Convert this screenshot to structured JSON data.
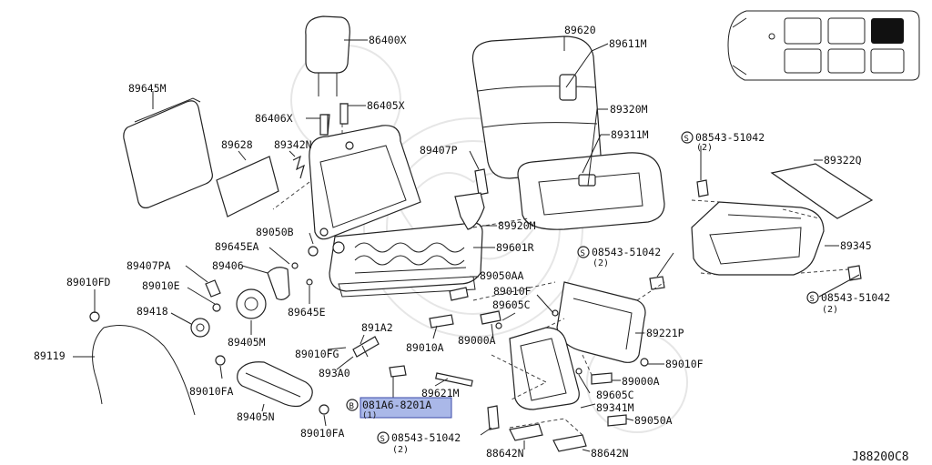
{
  "diagram_id": "J88200C8",
  "highlighted_part": {
    "number": "081A6-8201A",
    "prefix": "B",
    "qty": "(1)"
  },
  "screw_qty": "(2)",
  "screw_prefix": "S",
  "labels": {
    "p86400X": "86400X",
    "p86405X": "86405X",
    "p86406X": "86406X",
    "p89645M": "89645M",
    "p89628": "89628",
    "p89342N": "89342N",
    "p89620": "89620",
    "p89611M": "89611M",
    "p89320M": "89320M",
    "p89311M": "89311M",
    "p89407P": "89407P",
    "p89920M": "89920M",
    "p89601R": "89601R",
    "p89050B": "89050B",
    "p89645EA": "89645EA",
    "p89407PA": "89407PA",
    "p89406": "89406",
    "p89050AA": "89050AA",
    "p89010FD": "89010FD",
    "p89010E": "89010E",
    "p89645E": "89645E",
    "p89418": "89418",
    "p89405M": "89405M",
    "p89119": "89119",
    "p89010FG": "89010FG",
    "p891A2": "891A2",
    "p89010A": "89010A",
    "p89000A_1": "89000A",
    "p89605C_1": "89605C",
    "p89010F_1": "89010F",
    "p893A0": "893A0",
    "p89621M": "89621M",
    "p89010FA_1": "89010FA",
    "p89405N": "89405N",
    "p89010FA_2": "89010FA",
    "p08543_1": "08543-51042",
    "p89322Q": "89322Q",
    "p89345": "89345",
    "p08543_2": "08543-51042",
    "p08543_3": "08543-51042",
    "p89221P": "89221P",
    "p89010F_2": "89010F",
    "p89000A_2": "89000A",
    "p89605C_2": "89605C",
    "p89341M": "89341M",
    "p89050A": "89050A",
    "p08543_4": "08543-51042",
    "p88642N_1": "88642N",
    "p88642N_2": "88642N"
  }
}
